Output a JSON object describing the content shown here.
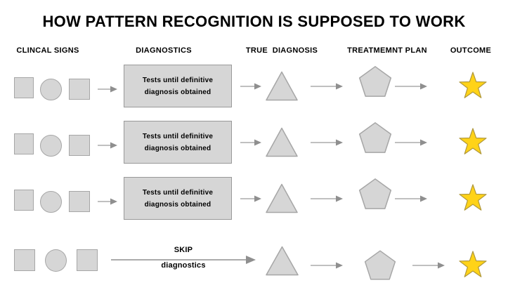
{
  "title": "HOW PATTERN RECOGNITION IS SUPPOSED TO WORK",
  "columns": [
    {
      "id": "clinical-signs",
      "label": "CLINCAL SIGNS"
    },
    {
      "id": "diagnostics",
      "label": "DIAGNOSTICS"
    },
    {
      "id": "true-diagnosis",
      "label": "TRUE  DIAGNOSIS"
    },
    {
      "id": "treatment-plan",
      "label": "TREATMEMNT PLAN"
    },
    {
      "id": "outcome",
      "label": "OUTCOME"
    }
  ],
  "rows": [
    {
      "clinical_signs": [
        "square-icon",
        "circle-icon",
        "square-icon"
      ],
      "diagnostics_label": "Tests until definitive diagnosis obtained",
      "true_diagnosis": "triangle-icon",
      "treatment_plan": "pentagon-icon",
      "outcome": "star-icon"
    },
    {
      "clinical_signs": [
        "square-icon",
        "circle-icon",
        "square-icon"
      ],
      "diagnostics_label": "Tests until definitive diagnosis obtained",
      "true_diagnosis": "triangle-icon",
      "treatment_plan": "pentagon-icon",
      "outcome": "star-icon"
    },
    {
      "clinical_signs": [
        "square-icon",
        "circle-icon",
        "square-icon"
      ],
      "diagnostics_label": "Tests until definitive diagnosis obtained",
      "true_diagnosis": "triangle-icon",
      "treatment_plan": "pentagon-icon",
      "outcome": "star-icon"
    },
    {
      "clinical_signs": [
        "square-icon",
        "circle-icon",
        "square-icon"
      ],
      "skip_label_line1": "SKIP",
      "skip_label_line2": "diagnostics",
      "true_diagnosis": "triangle-icon",
      "treatment_plan": "pentagon-icon",
      "outcome": "star-icon"
    }
  ],
  "colors": {
    "background": "#FFFFFF",
    "text": "#000000",
    "shape_fill": "#D6D6D6",
    "shape_stroke": "#A6A6A6",
    "box_fill": "#D6D6D6",
    "box_stroke": "#999999",
    "arrow_line": "#ABABAB",
    "arrow_head": "#8F8F8F",
    "star_fill": "#FFD318",
    "star_stroke": "#B0983B"
  }
}
